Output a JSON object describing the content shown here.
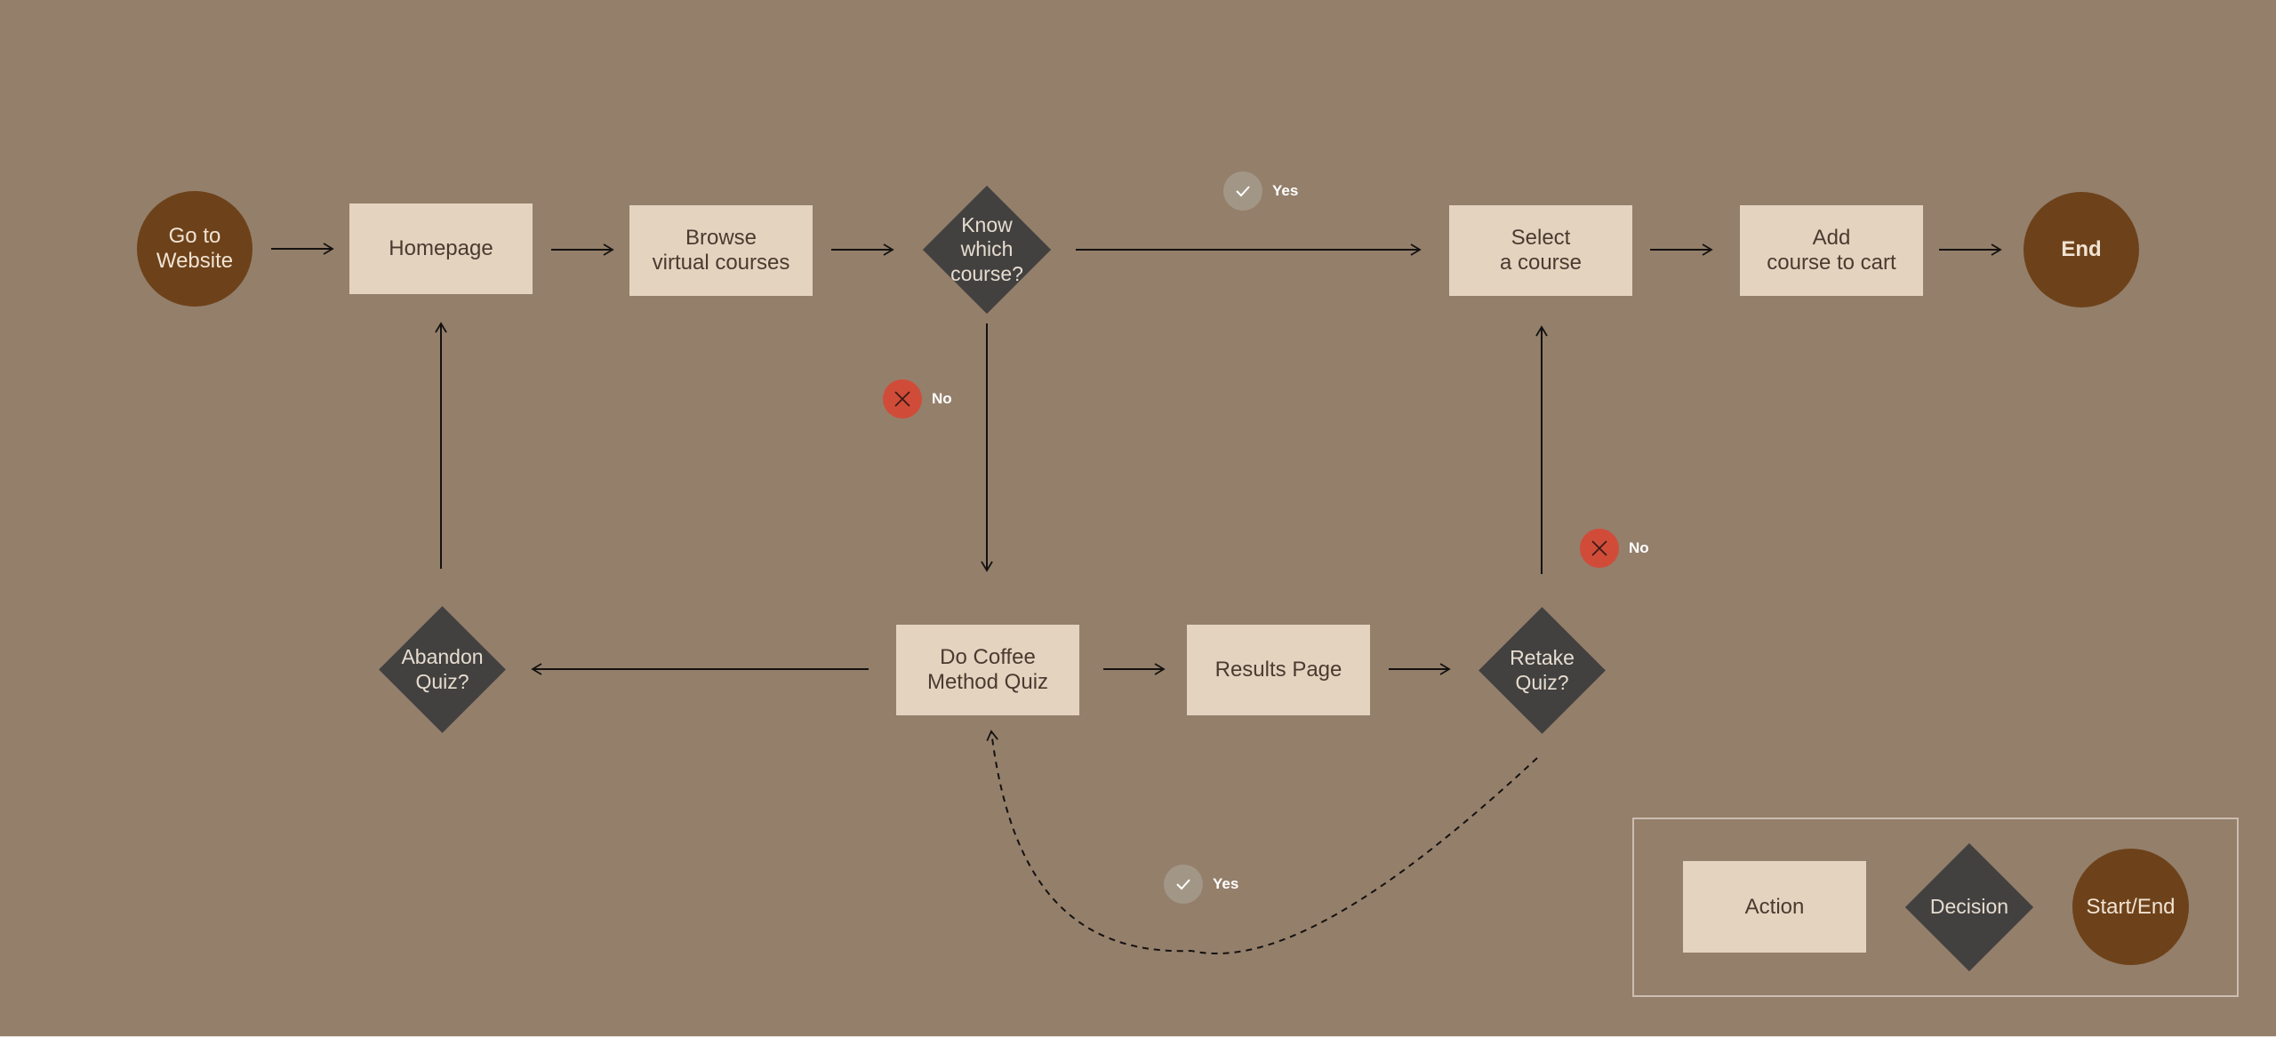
{
  "colors": {
    "background": "#947f6b",
    "action_fill": "#e4d3bf",
    "decision_fill": "#424140",
    "start_end_fill": "#6d421a",
    "yes_badge": "#a29786",
    "no_badge": "#d04c39",
    "connector": "#141210"
  },
  "nodes": {
    "go_to_website": "Go to\nWebsite",
    "homepage": "Homepage",
    "browse": "Browse\nvirtual courses",
    "know_which": "Know\nwhich\ncourse?",
    "select_course": "Select\na course",
    "add_to_cart": "Add\ncourse to cart",
    "end": "End",
    "abandon_quiz": "Abandon\nQuiz?",
    "coffee_quiz": "Do Coffee\nMethod Quiz",
    "results_page": "Results Page",
    "retake_quiz": "Retake\nQuiz?"
  },
  "badges": {
    "know_yes": {
      "label": "Yes",
      "icon": "check-icon"
    },
    "know_no": {
      "label": "No",
      "icon": "close-icon"
    },
    "retake_no": {
      "label": "No",
      "icon": "close-icon"
    },
    "retake_yes": {
      "label": "Yes",
      "icon": "check-icon"
    }
  },
  "legend": {
    "action": "Action",
    "decision": "Decision",
    "start_end": "Start/End"
  }
}
